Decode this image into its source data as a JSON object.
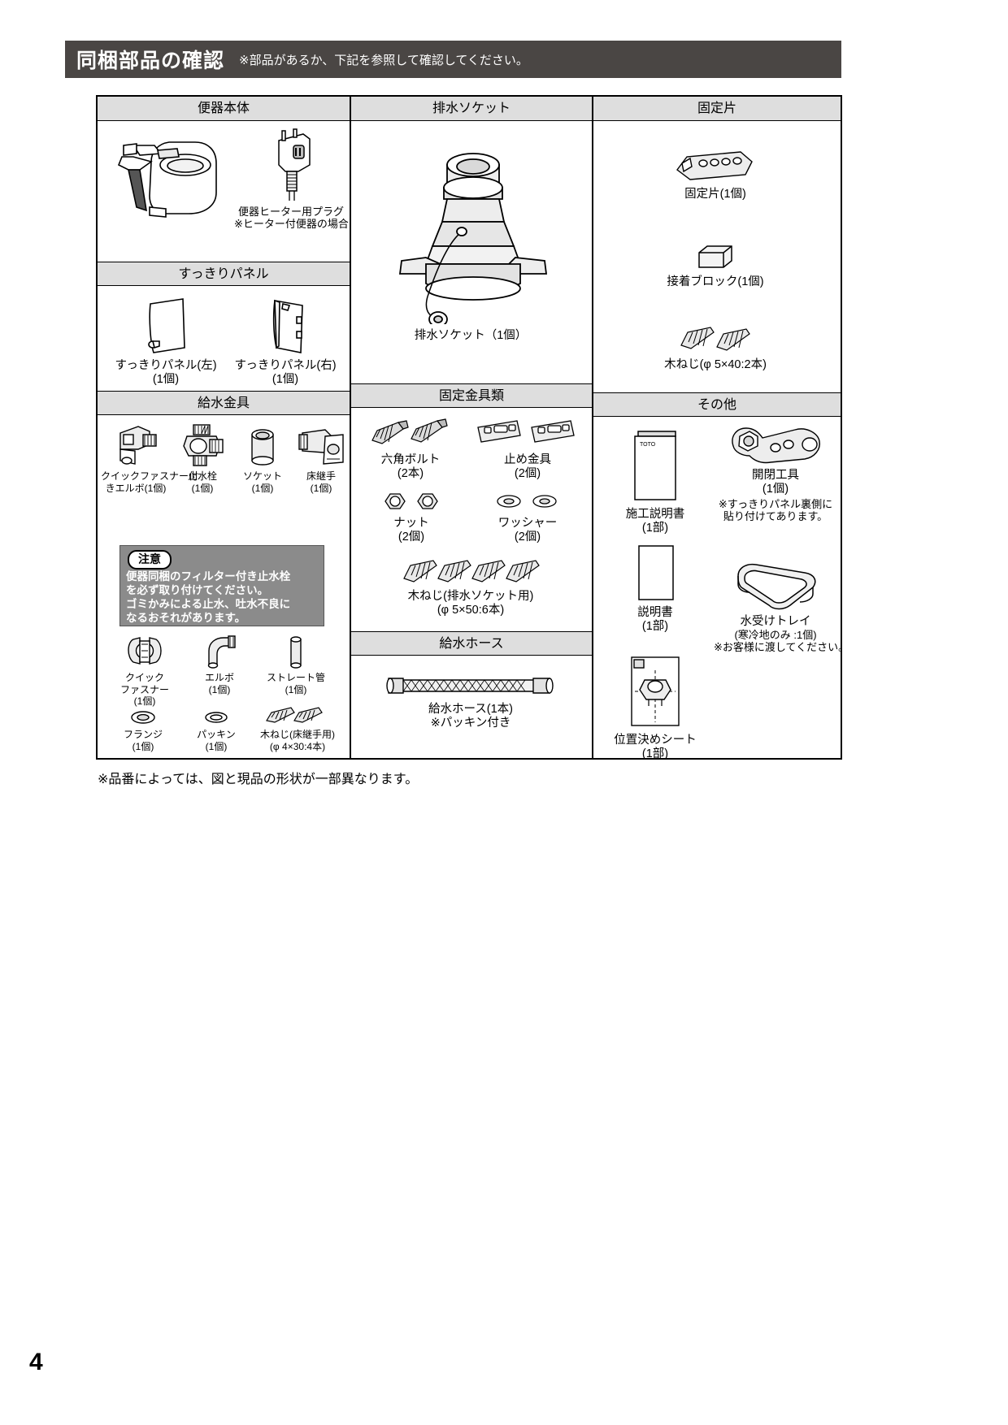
{
  "header": {
    "title": "同梱部品の確認",
    "note": "※部品があるか、下記を参照して確認してください。"
  },
  "sections": {
    "toilet_body": {
      "heading": "便器本体",
      "items": [
        {
          "name": "toilet-unit",
          "label": ""
        },
        {
          "name": "heater-plug",
          "label": "便器ヒーター用プラグ",
          "label2": "※ヒーター付便器の場合"
        }
      ]
    },
    "panel": {
      "heading": "すっきりパネル",
      "items": [
        {
          "name": "panel-left",
          "label": "すっきりパネル(左)",
          "qty": "(1個)"
        },
        {
          "name": "panel-right",
          "label": "すっきりパネル(右)",
          "qty": "(1個)"
        }
      ]
    },
    "drain_socket": {
      "heading": "排水ソケット",
      "items": [
        {
          "name": "drain-socket",
          "label": "排水ソケット（1個）"
        }
      ]
    },
    "fixing_piece": {
      "heading": "固定片",
      "items": [
        {
          "name": "fixing-piece",
          "label": "固定片(1個)"
        },
        {
          "name": "adhesive-block",
          "label": "接着ブロック(1個)"
        },
        {
          "name": "wood-screw-40",
          "label": "木ねじ(φ 5×40:2本)"
        }
      ]
    },
    "water_supply": {
      "heading": "給水金具",
      "items": [
        {
          "name": "quick-fastener-elbow",
          "label": "クイックファスナー付",
          "label2": "きエルボ(1個)"
        },
        {
          "name": "stop-valve",
          "label": "止水栓",
          "label2": "(1個)"
        },
        {
          "name": "socket",
          "label": "ソケット",
          "label2": "(1個)"
        },
        {
          "name": "floor-joint",
          "label": "床継手",
          "label2": "(1個)"
        },
        {
          "name": "quick-fastener",
          "label": "クイック",
          "label2": "ファスナー",
          "label3": "(1個)"
        },
        {
          "name": "elbow",
          "label": "エルボ",
          "label2": "(1個)"
        },
        {
          "name": "straight-pipe",
          "label": "ストレート管",
          "label2": "(1個)"
        },
        {
          "name": "flange",
          "label": "フランジ",
          "label2": "(1個)"
        },
        {
          "name": "packing",
          "label": "パッキン",
          "label2": "(1個)"
        },
        {
          "name": "wood-screw-floor",
          "label": "木ねじ(床継手用)",
          "label2": "(φ 4×30:4本)"
        }
      ],
      "caution": {
        "badge": "注意",
        "lines": [
          "便器同梱のフィルター付き止水栓",
          "を必ず取り付けてください。",
          "ゴミかみによる止水、吐水不良に",
          "なるおそれがあります。"
        ]
      }
    },
    "fixing_metal": {
      "heading": "固定金具類",
      "items": [
        {
          "name": "hex-bolt",
          "label": "六角ボルト",
          "qty": "(2本)"
        },
        {
          "name": "stopper-metal",
          "label": "止め金具",
          "qty": "(2個)"
        },
        {
          "name": "nut",
          "label": "ナット",
          "qty": "(2個)"
        },
        {
          "name": "washer",
          "label": "ワッシャー",
          "qty": "(2個)"
        },
        {
          "name": "wood-screw-50",
          "label": "木ねじ(排水ソケット用)",
          "qty": "(φ 5×50:6本)"
        }
      ]
    },
    "water_hose": {
      "heading": "給水ホース",
      "items": [
        {
          "name": "water-hose",
          "label": "給水ホース(1本)",
          "label2": "※パッキン付き"
        }
      ]
    },
    "others": {
      "heading": "その他",
      "items": [
        {
          "name": "install-manual",
          "label": "施工説明書",
          "qty": "(1部)"
        },
        {
          "name": "instruction-manual",
          "label": "説明書",
          "qty": "(1部)"
        },
        {
          "name": "position-sheet",
          "label": "位置決めシート",
          "qty": "(1部)"
        },
        {
          "name": "open-close-tool",
          "label": "開閉工具",
          "qty": "(1個)",
          "note1": "※すっきりパネル裏側に",
          "note2": "貼り付けてあります。"
        },
        {
          "name": "water-tray",
          "label": "水受けトレイ",
          "note1": "(寒冷地のみ :1個)",
          "note2": "※お客様に渡してください。"
        }
      ]
    }
  },
  "footnote": "※品番によっては、図と現品の形状が一部異なります。",
  "page_number": "4",
  "colors": {
    "header_band": "#4a4644",
    "section_head": "#dedede",
    "caution_bg": "#8b8b8b"
  }
}
